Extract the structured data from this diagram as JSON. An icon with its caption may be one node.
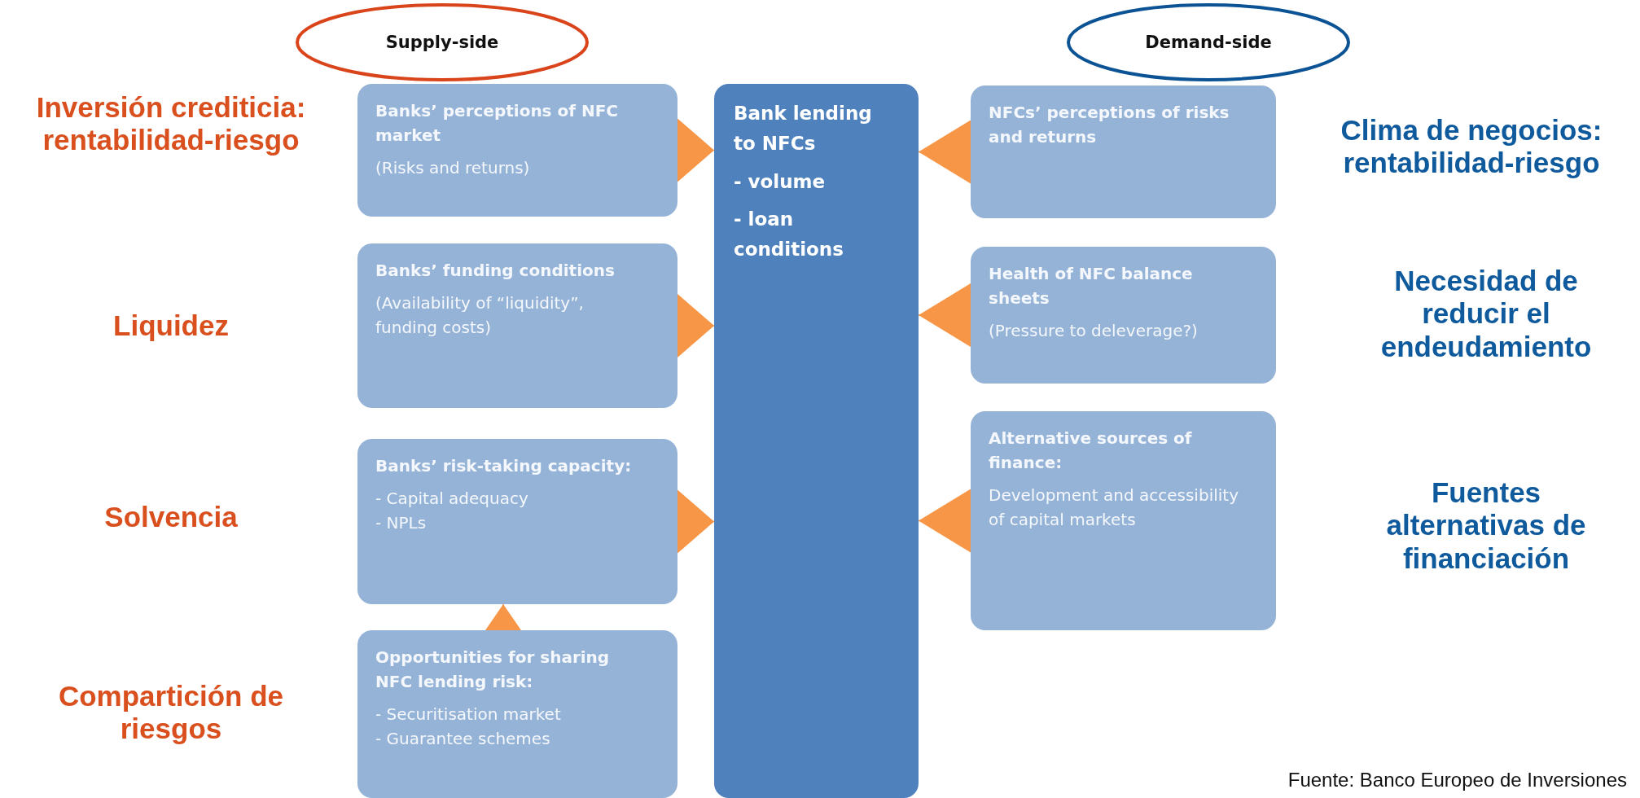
{
  "diagram": {
    "caption": "Fuente: Banco Europeo de Inversiones",
    "nodes": [
      {
        "text": [
          "Supply-side"
        ]
      },
      {
        "text": [
          "Demand-side"
        ]
      },
      {
        "text": [
          "Banks’ perceptions of NFC market",
          "(Risks and returns)"
        ]
      },
      {
        "text": [
          "Bank lending to NFCs",
          "- volume",
          "- loan conditions"
        ]
      },
      {
        "text": [
          "NFCs’ perceptions of risks and returns"
        ]
      },
      {
        "text": [
          "Banks’ funding conditions",
          "(Availability of “liquidity”, funding costs)"
        ]
      },
      {
        "text": [
          "Health of NFC balance sheets",
          "(Pressure to deleverage?)"
        ]
      },
      {
        "text": [
          "Banks’ risk-taking capacity:",
          "- Capital adequacy",
          "- NPLs"
        ]
      },
      {
        "text": [
          "Alternative sources of finance:",
          "Development and accessibility of capital markets"
        ]
      },
      {
        "text": [
          "Opportunities for sharing NFC lending risk:",
          "- Securitisation market",
          "- Guarantee schemes"
        ]
      }
    ],
    "edges": [
      {
        "from": 2,
        "to": 3,
        "arrow": "to"
      },
      {
        "from": 4,
        "to": 3,
        "arrow": "to"
      },
      {
        "from": 5,
        "to": 3,
        "arrow": "to"
      },
      {
        "from": 6,
        "to": 3,
        "arrow": "to"
      },
      {
        "from": 7,
        "to": 3,
        "arrow": "to"
      },
      {
        "from": 8,
        "to": 3,
        "arrow": "to"
      },
      {
        "from": 9,
        "to": 7,
        "arrow": "to"
      }
    ],
    "labels": [
      "Inversión crediticia: rentabilidad-riesgo",
      "Clima de negocios: rentabilidad-riesgo",
      "Liquidez",
      "Necesidad de reducir el endeudamiento",
      "Solvencia",
      "Fuentes alternativas de financiación",
      "Compartición de riesgos"
    ]
  }
}
